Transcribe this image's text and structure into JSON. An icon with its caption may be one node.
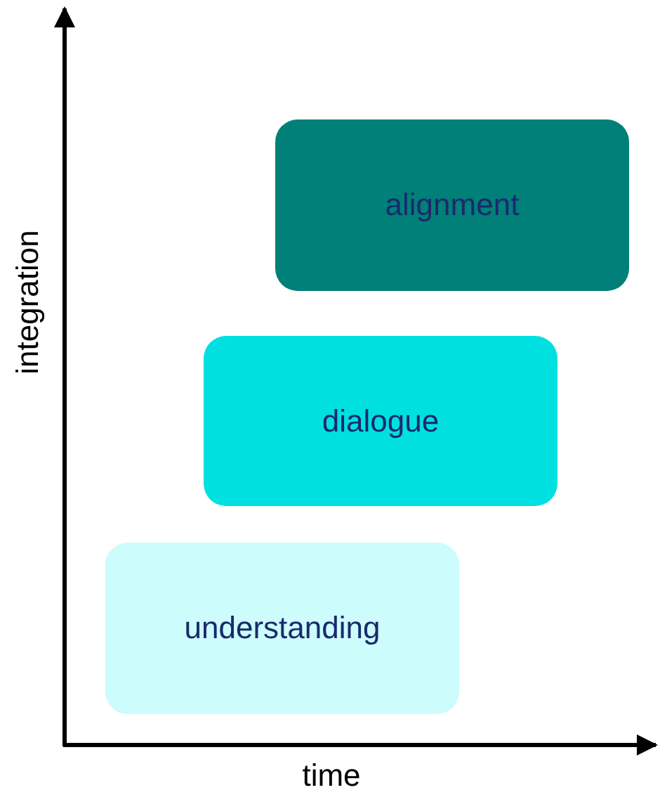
{
  "diagram": {
    "nodes": [
      {
        "text": [
          "alignment"
        ]
      },
      {
        "text": [
          "dialogue"
        ]
      },
      {
        "text": [
          "understanding"
        ]
      }
    ],
    "labels": [
      "integration",
      "time"
    ]
  }
}
